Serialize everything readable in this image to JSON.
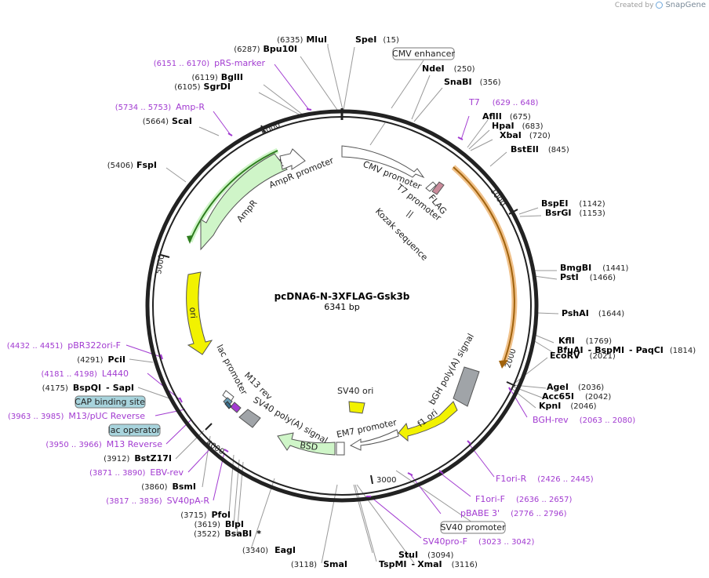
{
  "credit": {
    "created_by": "Created by",
    "brand": "SnapGene"
  },
  "plasmid": {
    "name": "pcDNA6-N-3XFLAG-Gsk3b",
    "size": "6341 bp"
  },
  "ticks": [
    "1000",
    "2000",
    "3000",
    "4000",
    "5000",
    "6000"
  ],
  "features": {
    "cmv_enhancer": "CMV enhancer",
    "cmv_promoter": "CMV promoter",
    "t7_promoter": "T7 promoter",
    "flag": "FLAG",
    "kozak": "Kozak sequence",
    "ampr_promoter": "AmpR promoter",
    "ampr": "AmpR",
    "ori": "ori",
    "lac_promoter": "lac promoter",
    "m13_rev": "M13 rev",
    "sv40_polya": "SV40 poly(A) signal",
    "bsd": "BSD",
    "em7_promoter": "EM7 promoter",
    "sv40_ori": "SV40 ori",
    "f1_ori": "f1 ori",
    "bgh_polya": "bGH poly(A) signal",
    "cap_binding": "CAP binding site",
    "lac_operator": "lac operator",
    "sv40_promoter": "SV40 promoter"
  },
  "enzymes": {
    "mlui": {
      "pos": "(6335)",
      "name": "MluI"
    },
    "spei": {
      "name": "SpeI",
      "pos": "(15)"
    },
    "bpu10i": {
      "pos": "(6287)",
      "name": "Bpu10I"
    },
    "ndei": {
      "name": "NdeI",
      "pos": "(250)"
    },
    "snabi": {
      "name": "SnaBI",
      "pos": "(356)"
    },
    "bglii": {
      "pos": "(6119)",
      "name": "BglII"
    },
    "sgrdi": {
      "pos": "(6105)",
      "name": "SgrDI"
    },
    "aflii": {
      "name": "AflII",
      "pos": "(675)"
    },
    "hpai": {
      "name": "HpaI",
      "pos": "(683)"
    },
    "xbai": {
      "name": "XbaI",
      "pos": "(720)"
    },
    "bsteii": {
      "name": "BstEII",
      "pos": "(845)"
    },
    "scai": {
      "pos": "(5664)",
      "name": "ScaI"
    },
    "fspi": {
      "pos": "(5406)",
      "name": "FspI"
    },
    "bspei": {
      "name": "BspEI",
      "pos": "(1142)"
    },
    "bsrgi": {
      "name": "BsrGI",
      "pos": "(1153)"
    },
    "bmgbi": {
      "name": "BmgBI",
      "pos": "(1441)"
    },
    "psti": {
      "name": "PstI",
      "pos": "(1466)"
    },
    "pshai": {
      "name": "PshAI",
      "pos": "(1644)"
    },
    "kfli": {
      "name": "KflI",
      "pos": "(1769)"
    },
    "bfuai": {
      "name": "BfuAI",
      "sep1": "-",
      "name2": "BspMI",
      "sep2": "-",
      "name3": "PaqCI",
      "pos": "(1814)"
    },
    "ecorv": {
      "name": "EcoRV",
      "pos": "(2021)"
    },
    "agei": {
      "name": "AgeI",
      "pos": "(2036)"
    },
    "acc65i": {
      "name": "Acc65I",
      "pos": "(2042)"
    },
    "kpni": {
      "name": "KpnI",
      "pos": "(2046)"
    },
    "pcii": {
      "pos": "(4291)",
      "name": "PciI"
    },
    "bspqi": {
      "pos": "(4175)",
      "name": "BspQI",
      "sep": "-",
      "name2": "SapI"
    },
    "bstz17i": {
      "pos": "(3912)",
      "name": "BstZ17I"
    },
    "bsmi": {
      "pos": "(3860)",
      "name": "BsmI"
    },
    "pfoi": {
      "pos": "(3715)",
      "name": "PfoI"
    },
    "blpi": {
      "pos": "(3619)",
      "name": "BlpI"
    },
    "bsabi": {
      "pos": "(3522)",
      "name": "BsaBI",
      "star": "*"
    },
    "eagi": {
      "pos": "(3340)",
      "name": "EagI"
    },
    "smai": {
      "pos": "(3118)",
      "name": "SmaI"
    },
    "stui": {
      "name": "StuI",
      "pos": "(3094)"
    },
    "tspmi": {
      "name": "TspMI",
      "sep": "-",
      "name2": "XmaI",
      "pos": "(3116)"
    }
  },
  "primers": {
    "prs_marker": {
      "range": "(6151 .. 6170)",
      "name": "pRS-marker"
    },
    "amp_r": {
      "range": "(5734 .. 5753)",
      "name": "Amp-R"
    },
    "t7": {
      "name": "T7",
      "range": "(629 .. 648)"
    },
    "pbr322ori_f": {
      "range": "(4432 .. 4451)",
      "name": "pBR322ori-F"
    },
    "l4440": {
      "range": "(4181 .. 4198)",
      "name": "L4440"
    },
    "m13_puc_reverse": {
      "range": "(3963 .. 3985)",
      "name": "M13/pUC Reverse"
    },
    "m13_reverse": {
      "range": "(3950 .. 3966)",
      "name": "M13 Reverse"
    },
    "ebv_rev": {
      "range": "(3871 .. 3890)",
      "name": "EBV-rev"
    },
    "sv40pa_r": {
      "range": "(3817 .. 3836)",
      "name": "SV40pA-R"
    },
    "bgh_rev": {
      "name": "BGH-rev",
      "range": "(2063 .. 2080)"
    },
    "f1ori_r": {
      "name": "F1ori-R",
      "range": "(2426 .. 2445)"
    },
    "f1ori_f": {
      "name": "F1ori-F",
      "range": "(2636 .. 2657)"
    },
    "pbabe3": {
      "name": "pBABE 3'",
      "range": "(2776 .. 2796)"
    },
    "sv40pro_f": {
      "name": "SV40pro-F",
      "range": "(3023 .. 3042)"
    }
  }
}
